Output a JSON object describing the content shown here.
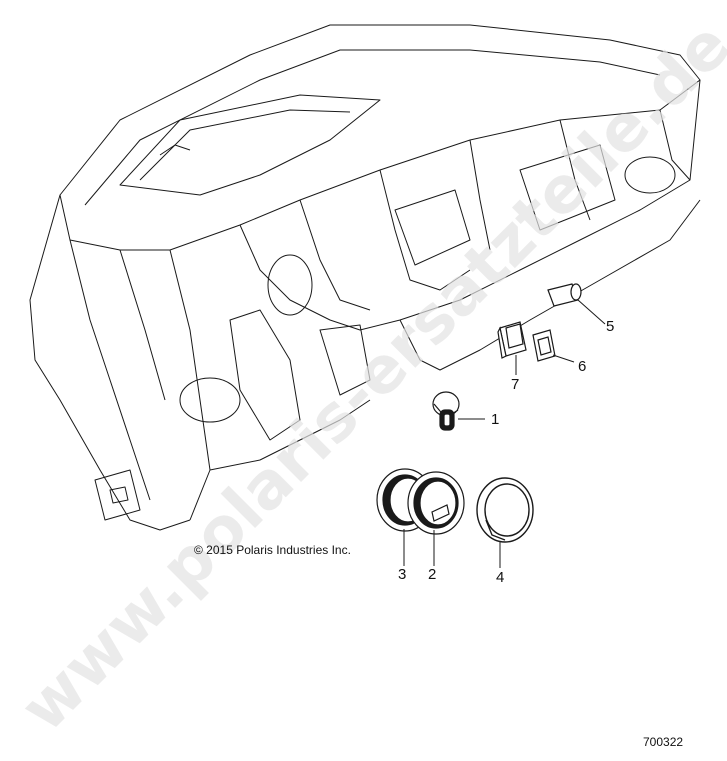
{
  "callouts": [
    {
      "id": "1",
      "label": "1"
    },
    {
      "id": "2",
      "label": "2"
    },
    {
      "id": "3",
      "label": "3"
    },
    {
      "id": "4",
      "label": "4"
    },
    {
      "id": "5",
      "label": "5"
    },
    {
      "id": "6",
      "label": "6"
    },
    {
      "id": "7",
      "label": "7"
    }
  ],
  "copyright": "© 2015 Polaris Industries Inc.",
  "drawing_number": "700322",
  "watermark": "www.polaris-ersatzteile.de",
  "colors": {
    "line": "#1a1a1a",
    "watermark": "#e3e3e3"
  }
}
